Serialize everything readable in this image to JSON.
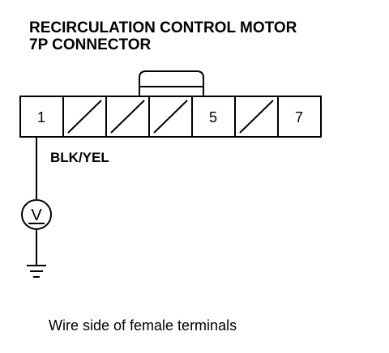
{
  "title": {
    "line1": "RECIRCULATION CONTROL MOTOR",
    "line2": "7P CONNECTOR"
  },
  "connector": {
    "cells": [
      {
        "type": "terminal",
        "label": "1"
      },
      {
        "type": "empty"
      },
      {
        "type": "empty"
      },
      {
        "type": "empty"
      },
      {
        "type": "terminal",
        "label": "5"
      },
      {
        "type": "empty"
      },
      {
        "type": "terminal",
        "label": "7"
      }
    ]
  },
  "wire": {
    "color_label": "BLK/YEL"
  },
  "meter": {
    "symbol": "V"
  },
  "caption": "Wire side of female terminals"
}
